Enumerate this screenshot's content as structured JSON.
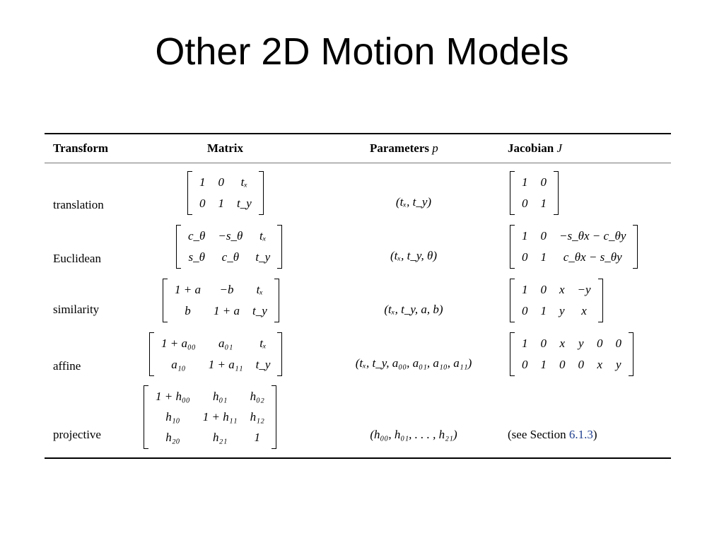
{
  "slide": {
    "title": "Other 2D Motion Models"
  },
  "table": {
    "headers": {
      "transform": "Transform",
      "matrix": "Matrix",
      "parameters": "Parameters",
      "parameters_symbol": "p",
      "jacobian": "Jacobian",
      "jacobian_symbol": "J"
    },
    "rows": [
      {
        "name": "translation",
        "matrix": [
          [
            "1",
            "0",
            "tₓ"
          ],
          [
            "0",
            "1",
            "t_y"
          ]
        ],
        "params": "(tₓ, t_y)",
        "jacobian": [
          [
            "1",
            "0"
          ],
          [
            "0",
            "1"
          ]
        ]
      },
      {
        "name": "Euclidean",
        "matrix": [
          [
            "c_θ",
            "−s_θ",
            "tₓ"
          ],
          [
            "s_θ",
            "c_θ",
            "t_y"
          ]
        ],
        "params": "(tₓ, t_y, θ)",
        "jacobian": [
          [
            "1",
            "0",
            "−s_θx − c_θy"
          ],
          [
            "0",
            "1",
            "c_θx − s_θy"
          ]
        ]
      },
      {
        "name": "similarity",
        "matrix": [
          [
            "1 + a",
            "−b",
            "tₓ"
          ],
          [
            "b",
            "1 + a",
            "t_y"
          ]
        ],
        "params": "(tₓ, t_y, a, b)",
        "jacobian": [
          [
            "1",
            "0",
            "x",
            "−y"
          ],
          [
            "0",
            "1",
            "y",
            "x"
          ]
        ]
      },
      {
        "name": "affine",
        "matrix": [
          [
            "1 + a₀₀",
            "a₀₁",
            "tₓ"
          ],
          [
            "a₁₀",
            "1 + a₁₁",
            "t_y"
          ]
        ],
        "params": "(tₓ, t_y, a₀₀, a₀₁, a₁₀, a₁₁)",
        "jacobian": [
          [
            "1",
            "0",
            "x",
            "y",
            "0",
            "0"
          ],
          [
            "0",
            "1",
            "0",
            "0",
            "x",
            "y"
          ]
        ]
      },
      {
        "name": "projective",
        "matrix": [
          [
            "1 + h₀₀",
            "h₀₁",
            "h₀₂"
          ],
          [
            "h₁₀",
            "1 + h₁₁",
            "h₁₂"
          ],
          [
            "h₂₀",
            "h₂₁",
            "1"
          ]
        ],
        "params": "(h₀₀, h₀₁, . . . , h₂₁)",
        "jacobian_text_prefix": "(see Section ",
        "jacobian_link": "6.1.3",
        "jacobian_text_suffix": ")"
      }
    ]
  }
}
